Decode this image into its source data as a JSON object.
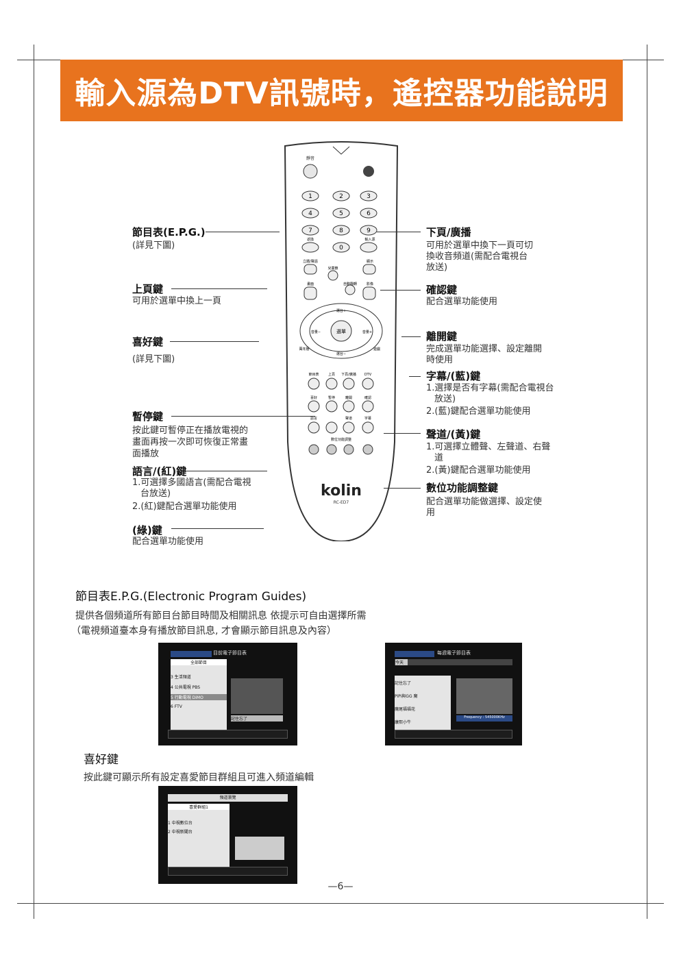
{
  "header": {
    "title": "輸入源為DTV訊號時，遙控器功能說明"
  },
  "remote": {
    "brand": "kolin",
    "model": "RC-ED7",
    "labels": {
      "mute": "靜音",
      "back": "返換",
      "input": "輸入源",
      "freeze": "立體/聲語",
      "kids": "兒童鎖",
      "display": "顯示",
      "screen": "畫面",
      "auto": "自動翻轉",
      "image": "影像",
      "ch_up": "選台+",
      "ch_down": "選台−",
      "menu": "選單",
      "vol_minus": "音量−",
      "vol_plus": "音量+",
      "calendar": "萬年曆",
      "game": "遊戲",
      "epg": "節目表",
      "pgup": "上頁",
      "pgdn": "下頁/廣播",
      "dtv": "DTV",
      "fav": "喜好",
      "pause": "暫停",
      "exit": "離開",
      "ok": "確認",
      "lang": "語言",
      "audio": "聲道",
      "subtitle": "字幕",
      "digital_adj": "數位功能調整"
    },
    "digits": [
      "1",
      "2",
      "3",
      "4",
      "5",
      "6",
      "7",
      "8",
      "9",
      "0"
    ]
  },
  "callouts_left": {
    "epg_title": "節目表(E.P.G.)",
    "epg_desc": "(詳見下圖)",
    "pgup_title": "上頁鍵",
    "pgup_desc": "可用於選單中換上一頁",
    "fav_title": "喜好鍵",
    "fav_desc": "(詳見下圖)",
    "pause_title": "暫停鍵",
    "pause_desc1": "按此鍵可暫停正在播放電視的",
    "pause_desc2": "畫面再按一次即可恢復正常畫",
    "pause_desc3": "面播放",
    "lang_title": "語言/(紅)鍵",
    "lang_desc1": "1.可選擇多國語言(需配合電視",
    "lang_desc2": "台放送)",
    "lang_desc3": "2.(紅)鍵配合選單功能使用",
    "green_title": "(綠)鍵",
    "green_desc": "配合選單功能使用"
  },
  "callouts_right": {
    "pgdn_title": "下頁/廣播",
    "pgdn_desc1": "可用於選單中換下一頁可切",
    "pgdn_desc2": "換收音頻道(需配合電視台",
    "pgdn_desc3": "放送)",
    "ok_title": "確認鍵",
    "ok_desc": "配合選單功能使用",
    "exit_title": "離開鍵",
    "exit_desc1": "完成選單功能選擇、設定離開",
    "exit_desc2": "時使用",
    "sub_title": "字幕/(藍)鍵",
    "sub_desc1": "1.選擇是否有字幕(需配合電視台",
    "sub_desc2": "放送)",
    "sub_desc3": "2.(藍)鍵配合選單功能使用",
    "audio_title": "聲道/(黃)鍵",
    "audio_desc1": "1.可選擇立體聲、左聲道、右聲",
    "audio_desc2": "道",
    "audio_desc3": "2.(黃)鍵配合選單功能使用",
    "adj_title": "數位功能調整鍵",
    "adj_desc1": "配合選單功能做選擇、設定使",
    "adj_desc2": "用"
  },
  "epg_section": {
    "title": "節目表E.P.G.(Electronic Program Guides)",
    "line1": "提供各個頻道所有節目台節目時間及相關訊息  依提示可自由選擇所需",
    "line2": "（電視頻道臺本身有播放節目訊息, 才會顯示節目訊息及內容）",
    "screen1": {
      "header": "目前電子節目表",
      "list_title": "全部節目",
      "items": [
        "3  生活頻道",
        "4  公共電視 PBS",
        "5  行動電視 DiMO",
        "6  FTV"
      ],
      "caption": "記住忘了"
    },
    "screen2": {
      "header": "每週電子節目表",
      "today": "今天",
      "freq": "Frequency : 545000KHz",
      "items": [
        "記住忘了",
        "PiPi與GG 魔",
        "魔尾福福花",
        "康熙小牛"
      ]
    }
  },
  "fav_section": {
    "title": "喜好鍵",
    "line1": "按此鍵可顯示所有設定喜愛節目群組且可進入頻道編輯",
    "screen3": {
      "header": "頻道瀏覽",
      "group": "喜愛群組1",
      "items": [
        "1  中視數位台",
        "2  中視新聞台"
      ]
    }
  },
  "page_number": "—6—"
}
